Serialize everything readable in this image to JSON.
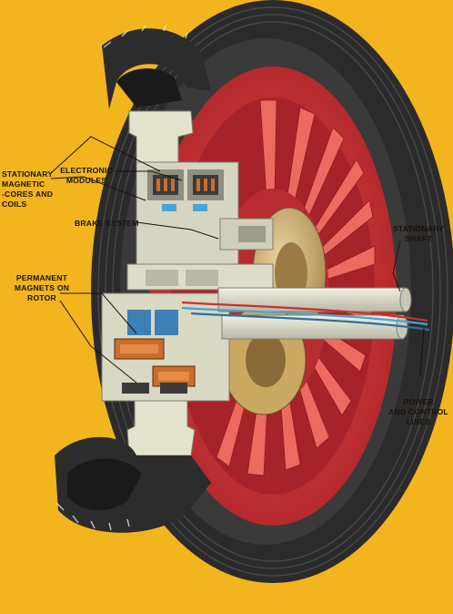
{
  "labels": {
    "stationary_cores": "STATIONARY\nMAGNETIC\n-CORES AND\nCOILS",
    "electronic_modules": "ELECTRONIC\nMODULES",
    "brake_system": "BRAKE SYSTEM",
    "permanent_magnets": "PERMANENT\nMAGNETS ON\nROTOR",
    "stationary_shaft": "STATIONARY\nSHAFT",
    "power_control_lines": "POWER\nAND CONTROL\nLINES"
  },
  "colors": {
    "background": "#f2b51d",
    "tire": "#2a2a2a",
    "tire_tread": "#4a4a4a",
    "rim": "#d93a3a",
    "rim_dark": "#9e1e24",
    "fins": "#e26058",
    "hub_metal": "#d9d8c3",
    "hub_shadow": "#a9a795",
    "brake_disc": "#c9a86a",
    "shaft": "#dcdccc",
    "power_line_blue": "#4aa3d6",
    "power_line_red": "#c8312c",
    "coil_copper": "#c96d2b",
    "leader_line": "#1b1206"
  },
  "icons": [
    "wheel-cutaway-illustration"
  ]
}
